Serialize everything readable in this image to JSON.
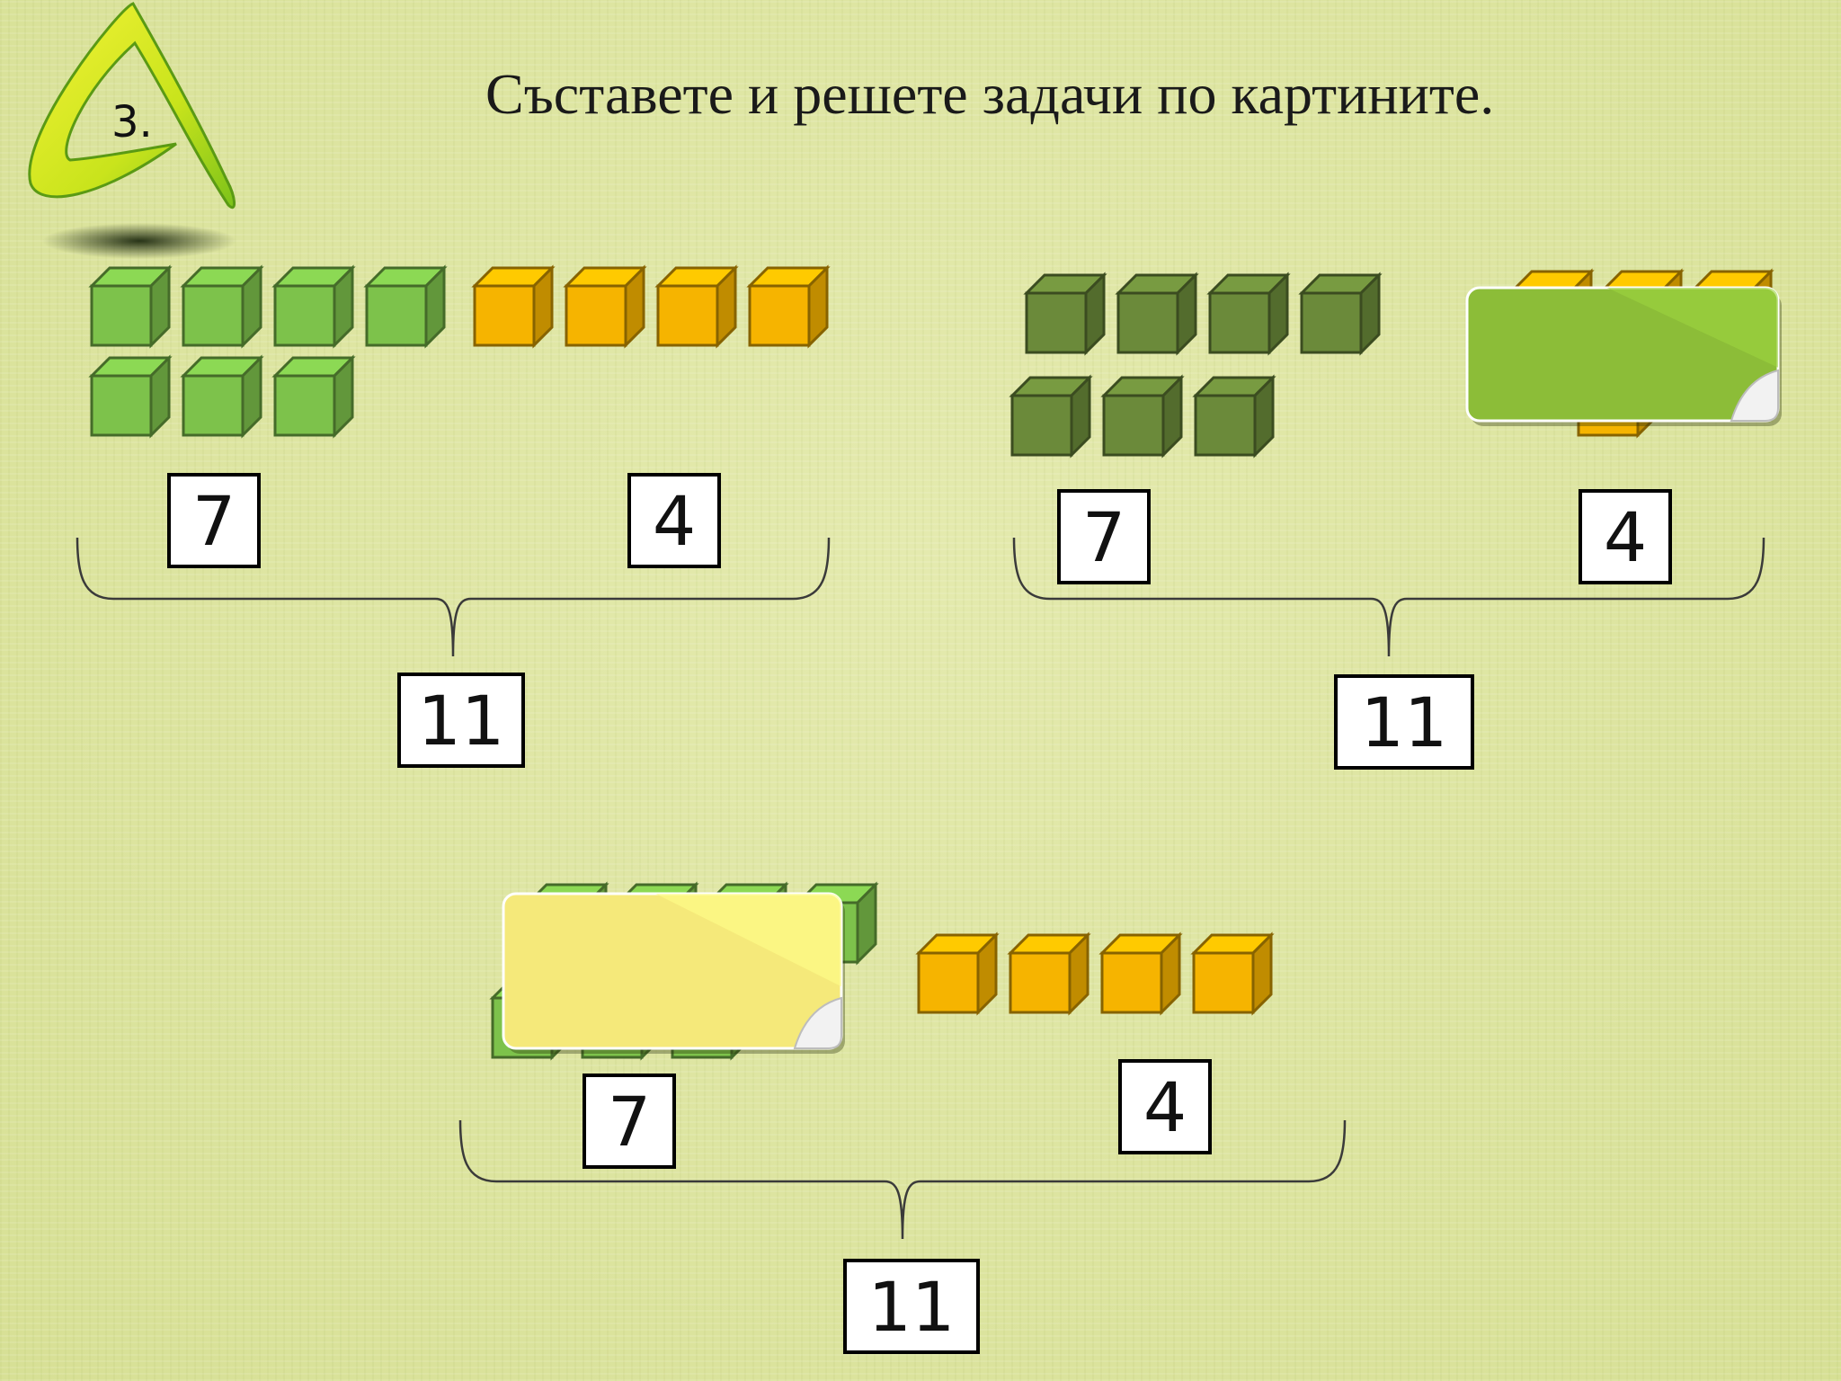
{
  "task": {
    "number": "3."
  },
  "title": "Съставете  и решете задачи по картините.",
  "colors": {
    "background": "#dfe6a2",
    "light_green_cube": "#7dc24b",
    "dark_green_cube": "#6b8a3a",
    "orange_cube": "#f6b400",
    "green_sticker": "#8cbd38",
    "yellow_sticker": "#f5e97a"
  },
  "problems": [
    {
      "id": "problem-1",
      "part_a": "7",
      "part_b": "4",
      "total": "11",
      "green_cubes": 7,
      "orange_cubes": 4,
      "hidden": "none"
    },
    {
      "id": "problem-2",
      "part_a": "7",
      "part_b": "4",
      "total": "11",
      "green_cubes": 7,
      "orange_cubes": 4,
      "hidden": "orange cubes covered by green sticker"
    },
    {
      "id": "problem-3",
      "part_a": "7",
      "part_b": "4",
      "total": "11",
      "green_cubes": 7,
      "orange_cubes": 4,
      "hidden": "green cubes covered by yellow sticker"
    }
  ]
}
